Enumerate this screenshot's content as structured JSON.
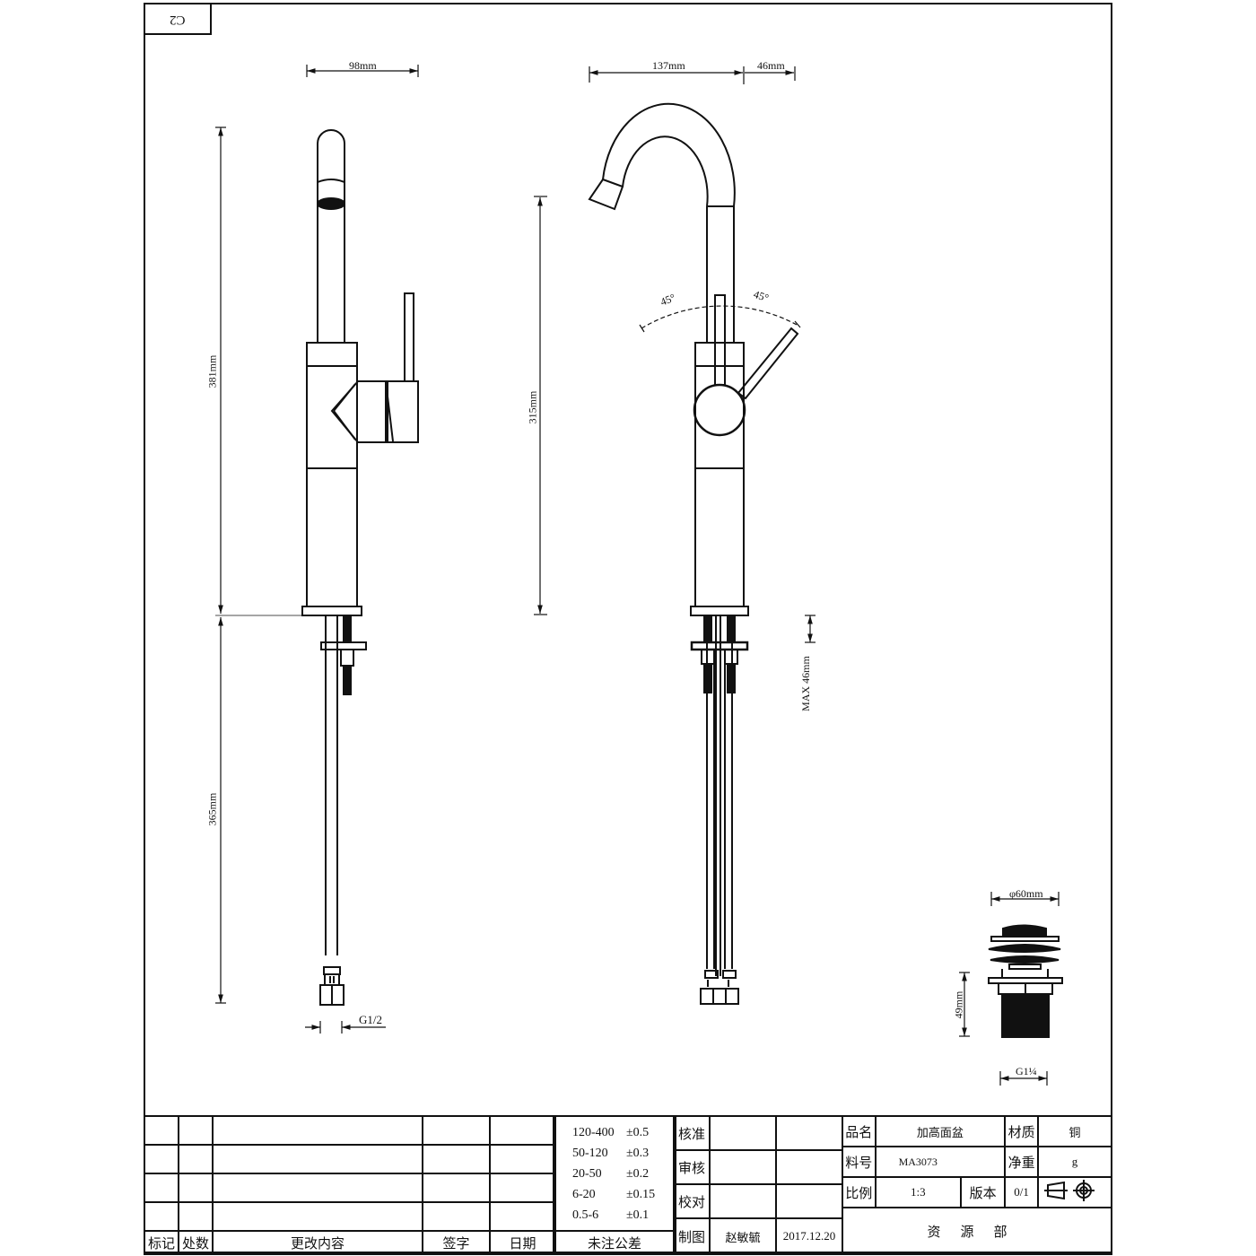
{
  "sheet": {
    "drawing_code": "C2"
  },
  "front_view": {
    "width_label": "98mm",
    "upper_height_label": "381mm",
    "lower_height_label": "365mm",
    "thread_label": "G1/2"
  },
  "side_view": {
    "spout_reach_label": "137mm",
    "spout_offset_label": "46mm",
    "height_label": "315mm",
    "lever_angle_left": "45°",
    "lever_angle_right": "45°",
    "max_thickness_label": "MAX 46mm"
  },
  "drain_view": {
    "diameter_label": "φ60mm",
    "height_label": "49mm",
    "thread_label": "G1¼"
  },
  "title_block": {
    "revision_table": {
      "headers": [
        "标记",
        "处数",
        "更改内容",
        "签字",
        "日期"
      ],
      "rows": [
        [
          "",
          "",
          "",
          "",
          ""
        ],
        [
          "",
          "",
          "",
          "",
          ""
        ],
        [
          "",
          "",
          "",
          "",
          ""
        ],
        [
          "",
          "",
          "",
          "",
          ""
        ]
      ]
    },
    "tolerances": {
      "rows": [
        {
          "range": "120-400",
          "value": "±0.5"
        },
        {
          "range": "50-120",
          "value": "±0.3"
        },
        {
          "range": "20-50",
          "value": "±0.2"
        },
        {
          "range": "6-20",
          "value": "±0.15"
        },
        {
          "range": "0.5-6",
          "value": "±0.1"
        }
      ],
      "caption": "未注公差"
    },
    "approvals": {
      "approve_label": "核准",
      "review_label": "审核",
      "check_label": "校对",
      "draw_label": "制图",
      "drawn_by": "赵敏毓",
      "drawn_date": "2017.12.20"
    },
    "product": {
      "name_label": "品名",
      "name_value": "加高面盆",
      "material_label": "材质",
      "material_value": "铜",
      "part_no_label": "料号",
      "part_no_value": "MA3073",
      "weight_label": "净重",
      "weight_value": "g",
      "scale_label": "比例",
      "scale_value": "1:3",
      "version_label": "版本",
      "version_value": "0/1",
      "projection_symbol": "first-angle-projection"
    },
    "department": "资源部"
  }
}
